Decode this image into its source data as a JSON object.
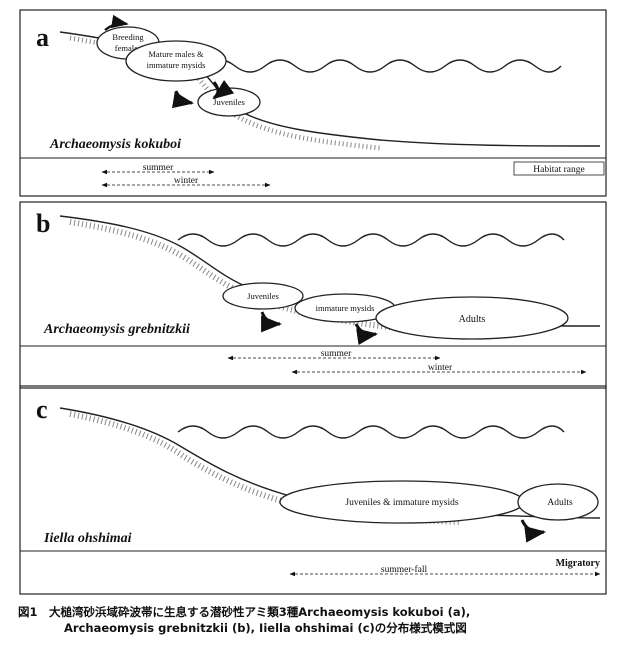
{
  "panels": [
    {
      "letter": "a",
      "species": "Archaeomysis kokuboi",
      "groups": [
        "Breeding females",
        "Mature males & immature mysids",
        "Juveniles"
      ],
      "range_label": "Habitat range",
      "bars": [
        "summer",
        "winter"
      ]
    },
    {
      "letter": "b",
      "species": "Archaeomysis grebnitzkii",
      "groups": [
        "Juveniles",
        "immature mysids",
        "Adults"
      ],
      "bars": [
        "summer",
        "winter"
      ]
    },
    {
      "letter": "c",
      "species": "Iiella ohshimai",
      "groups": [
        "Juveniles & immature mysids",
        "Adults"
      ],
      "range_label": "Migratory",
      "bars": [
        "summer-fall"
      ]
    }
  ],
  "caption": {
    "line1": "図1　大槌湾砂浜域砕波帯に生息する潜砂性アミ類3種Archaeomysis kokuboi (a),",
    "line2": "Archaeomysis grebnitzkii (b), Iiella ohshimai (c)の分布様式模式図"
  }
}
